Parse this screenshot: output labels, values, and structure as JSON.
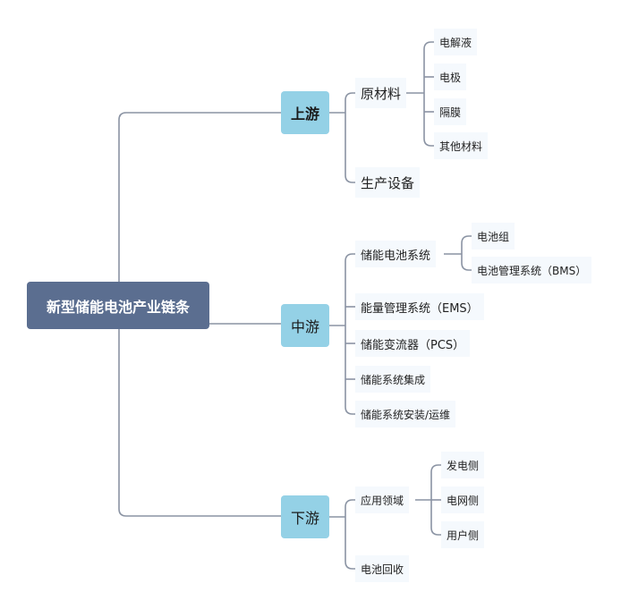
{
  "root": "新型储能电池产业链条",
  "upstream": {
    "label": "上游",
    "raw_materials": {
      "label": "原材料",
      "items": [
        "电解液",
        "电极",
        "隔膜",
        "其他材料"
      ]
    },
    "equipment": "生产设备"
  },
  "midstream": {
    "label": "中游",
    "battery_system": {
      "label": "储能电池系统",
      "items": [
        "电池组",
        "电池管理系统（BMS）"
      ]
    },
    "ems": "能量管理系统（EMS）",
    "pcs": "储能变流器（PCS）",
    "integration": "储能系统集成",
    "install": "储能系统安装/运维"
  },
  "downstream": {
    "label": "下游",
    "application": {
      "label": "应用领域",
      "items": [
        "发电侧",
        "电网侧",
        "用户侧"
      ]
    },
    "recycling": "电池回收"
  }
}
